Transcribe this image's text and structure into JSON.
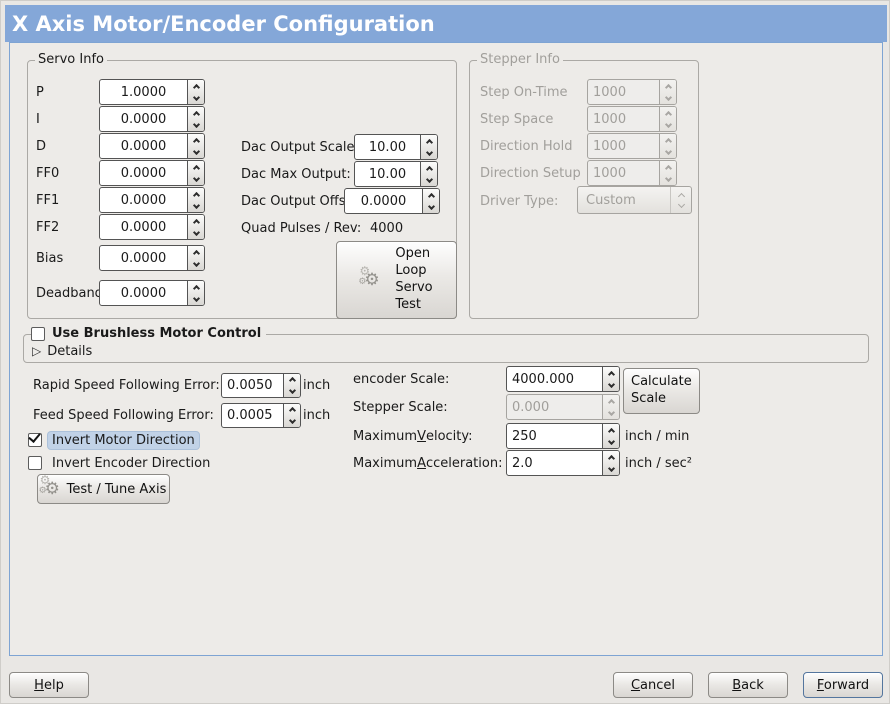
{
  "title": "X Axis Motor/Encoder Configuration",
  "servo_info": {
    "legend": "Servo Info",
    "rows": [
      {
        "label": "P",
        "value": "1.0000"
      },
      {
        "label": "I",
        "value": "0.0000"
      },
      {
        "label": "D",
        "value": "0.0000"
      },
      {
        "label": "FF0",
        "value": "0.0000"
      },
      {
        "label": "FF1",
        "value": "0.0000"
      },
      {
        "label": "FF2",
        "value": "0.0000"
      },
      {
        "label": "Bias",
        "value": "0.0000"
      },
      {
        "label": "Deadband",
        "value": "0.0000"
      }
    ]
  },
  "dac": {
    "rows": [
      {
        "label": "Dac Output Scale:",
        "value": "10.00"
      },
      {
        "label": "Dac Max Output:",
        "value": "10.00"
      },
      {
        "label": "Dac Output Offset:",
        "value": "0.0000"
      }
    ],
    "quad": {
      "label": "Quad Pulses / Rev:",
      "value": "4000"
    },
    "open_loop_button": "Open\nLoop\nServo\nTest"
  },
  "stepper_info": {
    "legend": "Stepper Info",
    "rows": [
      {
        "label": "Step On-Time",
        "value": "1000"
      },
      {
        "label": "Step Space",
        "value": "1000"
      },
      {
        "label": "Direction Hold",
        "value": "1000"
      },
      {
        "label": "Direction Setup",
        "value": "1000"
      }
    ],
    "driver_type": {
      "label": "Driver Type:",
      "value": "Custom"
    }
  },
  "brushless": {
    "checkbox_label": "Use Brushless Motor Control",
    "checked": false,
    "details_label": "Details",
    "expander_glyph": "▷"
  },
  "following_error": {
    "rapid": {
      "label": "Rapid Speed Following Error:",
      "value": "0.0050",
      "unit": "inch"
    },
    "feed": {
      "label": "Feed Speed Following Error:",
      "value": "0.0005",
      "unit": "inch"
    }
  },
  "direction": {
    "invert_motor": {
      "label": "Invert Motor Direction",
      "checked": true
    },
    "invert_encoder": {
      "label": "Invert Encoder Direction",
      "checked": false
    },
    "test_tune_button": "Test / Tune Axis"
  },
  "scales": {
    "encoder": {
      "label": "encoder Scale:",
      "value": "4000.000"
    },
    "stepper": {
      "label": "Stepper Scale:",
      "value": "0.000"
    },
    "calculate_button": "Calculate Scale",
    "max_velocity": {
      "pre": "Maximum ",
      "mn": "V",
      "post": "elocity:",
      "value": "250",
      "unit": "inch / min"
    },
    "max_accel": {
      "pre": "Maximum ",
      "mn": "A",
      "post": "cceleration:",
      "value": "2.0",
      "unit": "inch / sec²"
    }
  },
  "footer": {
    "help": {
      "mn": "H",
      "rest": "elp"
    },
    "cancel": {
      "mn": "C",
      "rest": "ancel"
    },
    "back": {
      "mn": "B",
      "rest": "ack"
    },
    "forward": {
      "mn": "F",
      "rest": "orward"
    }
  },
  "icons": {
    "gear": "⚙"
  },
  "colors": {
    "titlebar": "#84a7d8",
    "content_border": "#7ea4d3",
    "panel_bg": "#edebe8",
    "focus_highlight": "#c1d2e7"
  }
}
